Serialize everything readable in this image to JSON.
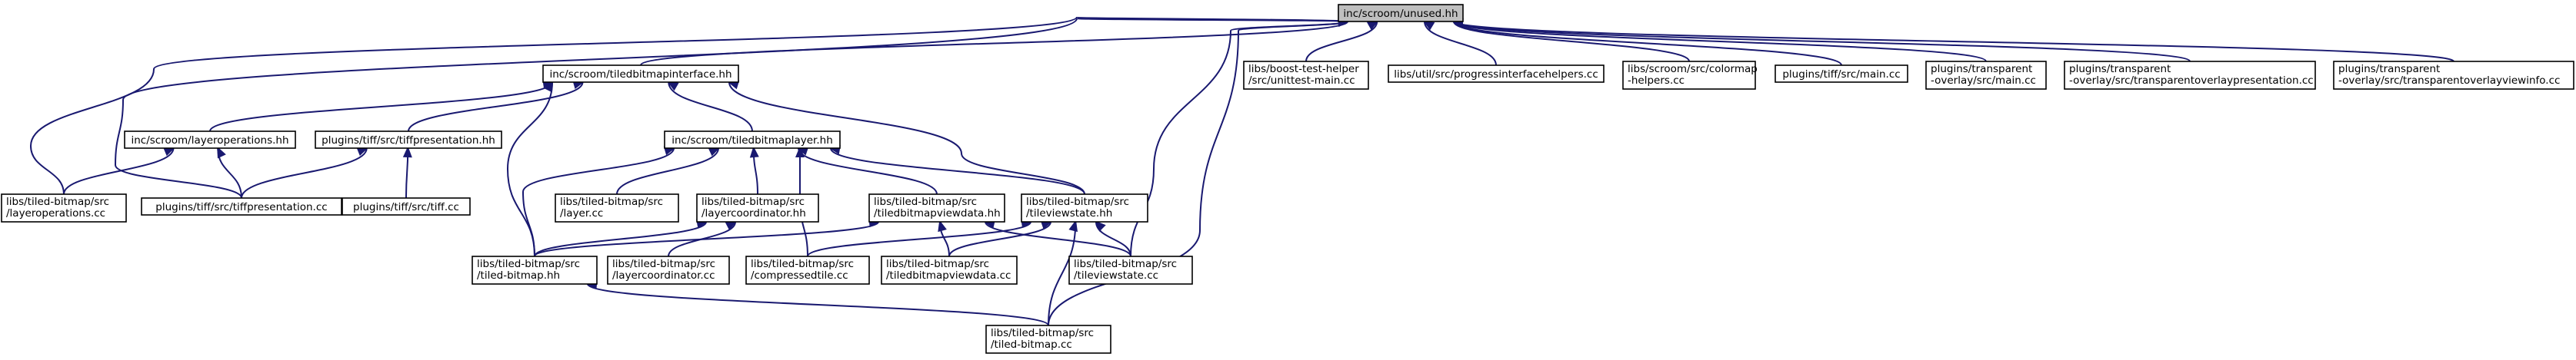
{
  "colors": {
    "edge": "#191970",
    "root_fill": "#bfbfbf",
    "node_fill": "#ffffff"
  },
  "nodes": {
    "root": {
      "lines": [
        "inc/scroom/unused.hh"
      ]
    },
    "tbi": {
      "lines": [
        "inc/scroom/tiledbitmapinterface.hh"
      ]
    },
    "boost": {
      "lines": [
        "libs/boost-test-helper",
        "/src/unittest-main.cc"
      ]
    },
    "progress": {
      "lines": [
        "libs/util/src/progressinterfacehelpers.cc"
      ]
    },
    "colormap": {
      "lines": [
        "libs/scroom/src/colormap",
        "-helpers.cc"
      ]
    },
    "tiffmain": {
      "lines": [
        "plugins/tiff/src/main.cc"
      ]
    },
    "tomain": {
      "lines": [
        "plugins/transparent",
        "-overlay/src/main.cc"
      ]
    },
    "topres": {
      "lines": [
        "plugins/transparent",
        "-overlay/src/transparentoverlaypresentation.cc"
      ]
    },
    "toview": {
      "lines": [
        "plugins/transparent",
        "-overlay/src/transparentoverlayviewinfo.cc"
      ]
    },
    "layerops": {
      "lines": [
        "inc/scroom/layeroperations.hh"
      ]
    },
    "tiffpres": {
      "lines": [
        "plugins/tiff/src/tiffpresentation.hh"
      ]
    },
    "tbl": {
      "lines": [
        "inc/scroom/tiledbitmaplayer.hh"
      ]
    },
    "layeropscc": {
      "lines": [
        "libs/tiled-bitmap/src",
        "/layeroperations.cc"
      ]
    },
    "tiffprescc": {
      "lines": [
        "plugins/tiff/src/tiffpresentation.cc"
      ]
    },
    "tiffcc": {
      "lines": [
        "plugins/tiff/src/tiff.cc"
      ]
    },
    "layercc": {
      "lines": [
        "libs/tiled-bitmap/src",
        "/layer.cc"
      ]
    },
    "lcoordhh": {
      "lines": [
        "libs/tiled-bitmap/src",
        "/layercoordinator.hh"
      ]
    },
    "tbvdhh": {
      "lines": [
        "libs/tiled-bitmap/src",
        "/tiledbitmapviewdata.hh"
      ]
    },
    "tvshh": {
      "lines": [
        "libs/tiled-bitmap/src",
        "/tileviewstate.hh"
      ]
    },
    "tbhh": {
      "lines": [
        "libs/tiled-bitmap/src",
        "/tiled-bitmap.hh"
      ]
    },
    "lcoordcc": {
      "lines": [
        "libs/tiled-bitmap/src",
        "/layercoordinator.cc"
      ]
    },
    "ctilecc": {
      "lines": [
        "libs/tiled-bitmap/src",
        "/compressedtile.cc"
      ]
    },
    "tbvdcc": {
      "lines": [
        "libs/tiled-bitmap/src",
        "/tiledbitmapviewdata.cc"
      ]
    },
    "tvscc": {
      "lines": [
        "libs/tiled-bitmap/src",
        "/tileviewstate.cc"
      ]
    },
    "tbcc": {
      "lines": [
        "libs/tiled-bitmap/src",
        "/tiled-bitmap.cc"
      ]
    }
  }
}
